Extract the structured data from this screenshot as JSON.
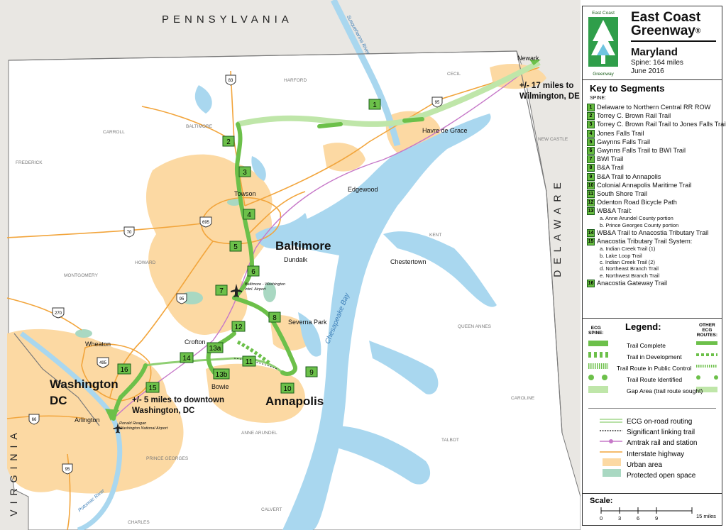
{
  "map": {
    "states": {
      "pennsylvania": "PENNSYLVANIA",
      "delaware": "DELAWARE",
      "virginia": "VIRGINIA"
    },
    "cities": {
      "baltimore": "Baltimore",
      "washington_dc_1": "Washington",
      "washington_dc_2": "DC",
      "annapolis": "Annapolis",
      "towson": "Towson",
      "edgewood": "Edgewood",
      "dundalk": "Dundalk",
      "chestertown": "Chestertown",
      "severna_park": "Severna Park",
      "crofton": "Crofton",
      "bowie": "Bowie",
      "wheaton": "Wheaton",
      "arlington": "Arlington",
      "havre_de_grace": "Havre de Grace",
      "newark": "Newark"
    },
    "counties": {
      "harford": "HARFORD",
      "baltimore": "BALTIMORE",
      "carroll": "CARROLL",
      "frederick": "FREDERICK",
      "howard": "HOWARD",
      "montgomery": "MONTGOMERY",
      "kent": "KENT",
      "queen_annes": "QUEEN ANNES",
      "caroline": "CAROLINE",
      "talbot": "TALBOT",
      "anne_arundel": "ANNE ARUNDEL",
      "prince_georges": "PRINCE GEORGES",
      "calvert": "CALVERT",
      "charles": "CHARLES",
      "cecil": "CECIL",
      "new_castle": "NEW CASTLE"
    },
    "water": {
      "chesapeake_bay": "Chesapeake Bay",
      "potomac": "Potomac River",
      "susquehanna": "Susquehanna River"
    },
    "highways": [
      "83",
      "95",
      "695",
      "70",
      "95",
      "270",
      "495",
      "66",
      "95"
    ],
    "airports": {
      "bwi_1": "Baltimore - Washington",
      "bwi_2": "Intnl. Airport",
      "dca_1": "Ronald Reagan",
      "dca_2": "Washington National Airport"
    },
    "callouts": {
      "wilmington_1": "+/- 17 miles to",
      "wilmington_2": "Wilmington, DE",
      "dc_1": "+/- 5 miles to downtown",
      "dc_2": "Washington, DC"
    },
    "segment_labels": [
      "1",
      "2",
      "3",
      "4",
      "5",
      "6",
      "7",
      "8",
      "9",
      "10",
      "11",
      "12",
      "13a",
      "13b",
      "14",
      "15",
      "16"
    ]
  },
  "panel": {
    "logo_text": {
      "top": "East Coast",
      "bottom": "Greenway"
    },
    "title_1": "East Coast",
    "title_2": "Greenway",
    "registered": "®",
    "state": "Maryland",
    "spine": "Spine: 164 miles",
    "date": "June 2016",
    "key_title": "Key to Segments",
    "spine_label": "SPINE:",
    "segments": [
      {
        "n": "1",
        "name": "Delaware to Northern Central RR ROW"
      },
      {
        "n": "2",
        "name": "Torrey C. Brown Rail Trail"
      },
      {
        "n": "3",
        "name": "Torrey C. Brown Rail Trail to Jones Falls Trail"
      },
      {
        "n": "4",
        "name": "Jones Falls Trail"
      },
      {
        "n": "5",
        "name": "Gwynns Falls Trail"
      },
      {
        "n": "6",
        "name": "Gwynns Falls Trail to BWI Trail"
      },
      {
        "n": "7",
        "name": "BWI Trail"
      },
      {
        "n": "8",
        "name": "B&A Trail"
      },
      {
        "n": "9",
        "name": "B&A Trail to Annapolis"
      },
      {
        "n": "10",
        "name": "Colonial Annapolis Maritime Trail"
      },
      {
        "n": "11",
        "name": "South Shore Trail"
      },
      {
        "n": "12",
        "name": "Odenton Road Bicycle Path"
      },
      {
        "n": "13",
        "name": "WB&A Trail:"
      }
    ],
    "seg13_subs": [
      "a. Anne Arundel County portion",
      "b. Prince Georges County portion"
    ],
    "seg14": {
      "n": "14",
      "name": "WB&A Trail to Anacostia Tributary Trail"
    },
    "seg15": {
      "n": "15",
      "name": "Anacostia Tributary Trail System:"
    },
    "seg15_subs": [
      "a. Indian Creek Trail (1)",
      "b. Lake Loop Trail",
      "c. Indian Creek Trail (2)",
      "d. Northeast Branch Trail",
      "e. Northwest Branch Trail"
    ],
    "seg16": {
      "n": "16",
      "name": "Anacostia Gateway Trail"
    },
    "legend": {
      "title": "Legend:",
      "ecg_spine_1": "ECG",
      "ecg_spine_2": "SPINE:",
      "other_1": "OTHER",
      "other_2": "ECG",
      "other_3": "ROUTES:",
      "items": [
        "Trail Complete",
        "Trail in Development",
        "Trail Route in Public Control",
        "Trail Route Identified",
        "Gap Area (trail route sought)"
      ],
      "items2": [
        "ECG on-road routing",
        "Significant linking trail",
        "Amtrak rail and station",
        "Interstate highway",
        "Urban area",
        "Protected open space"
      ]
    },
    "scale": {
      "title": "Scale:",
      "ticks": [
        "0",
        "3",
        "6",
        "9"
      ],
      "unit": "15 miles"
    }
  },
  "colors": {
    "water": "#a9d7ef",
    "land": "#ffffff",
    "urban": "#fcd9a3",
    "other_state": "#e9e7e3",
    "trail_green": "#6cc04a",
    "trail_light": "#bfe6a9",
    "highway": "#f2a53c",
    "amtrak": "#c678c8",
    "border": "#7a7a7a",
    "text_blue": "#3d7fb8"
  }
}
